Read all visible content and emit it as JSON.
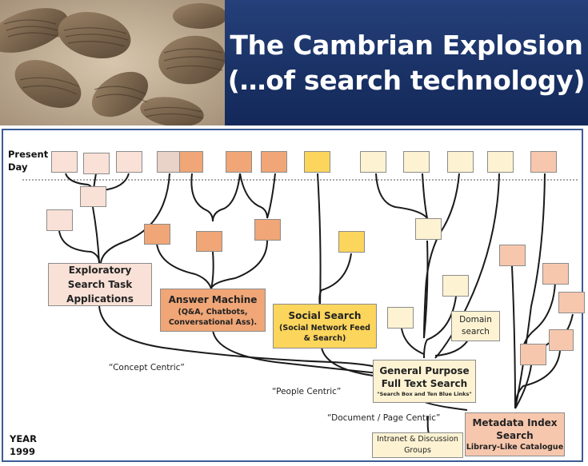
{
  "header": {
    "title_line1": "The Cambrian Explosion",
    "title_line2": "(…of search technology)",
    "photo": "trilobite-fossils"
  },
  "timeline": {
    "present_day_line1": "Present",
    "present_day_line2": "Day",
    "year_label_line1": "YEAR",
    "year_label_line2": "1999"
  },
  "nodes": {
    "exploratory": {
      "line1": "Exploratory",
      "line2": "Search Task",
      "line3": "Applications"
    },
    "answer_machine": {
      "title": "Answer Machine",
      "sub1": "(Q&A, Chatbots,",
      "sub2": "Conversational Ass)."
    },
    "social_search": {
      "title": "Social Search",
      "sub1": "(Social Network Feed",
      "sub2": "& Search)"
    },
    "general_purpose": {
      "line1": "General Purpose",
      "line2": "Full Text Search",
      "sub": "\"Search Box and Ten Blue Links\""
    },
    "metadata_index": {
      "line1": "Metadata Index",
      "line2": "Search",
      "sub": "Library-Like Catalogue"
    },
    "domain_search": {
      "line1": "Domain",
      "line2": "search"
    },
    "intranet": {
      "line1": "Intranet & Discussion",
      "line2": "Groups"
    }
  },
  "branch_labels": {
    "concept": "“Concept Centric”",
    "people": "“People Centric”",
    "document": "“Document / Page Centric”"
  },
  "colors": {
    "title_bg": "#1a3266",
    "exploratory": "#f9e1d7",
    "answer": "#f0a676",
    "social": "#fcd55c",
    "general": "#fdf3d3",
    "metadata": "#f7c7ad",
    "frame": "#3d5b96"
  }
}
